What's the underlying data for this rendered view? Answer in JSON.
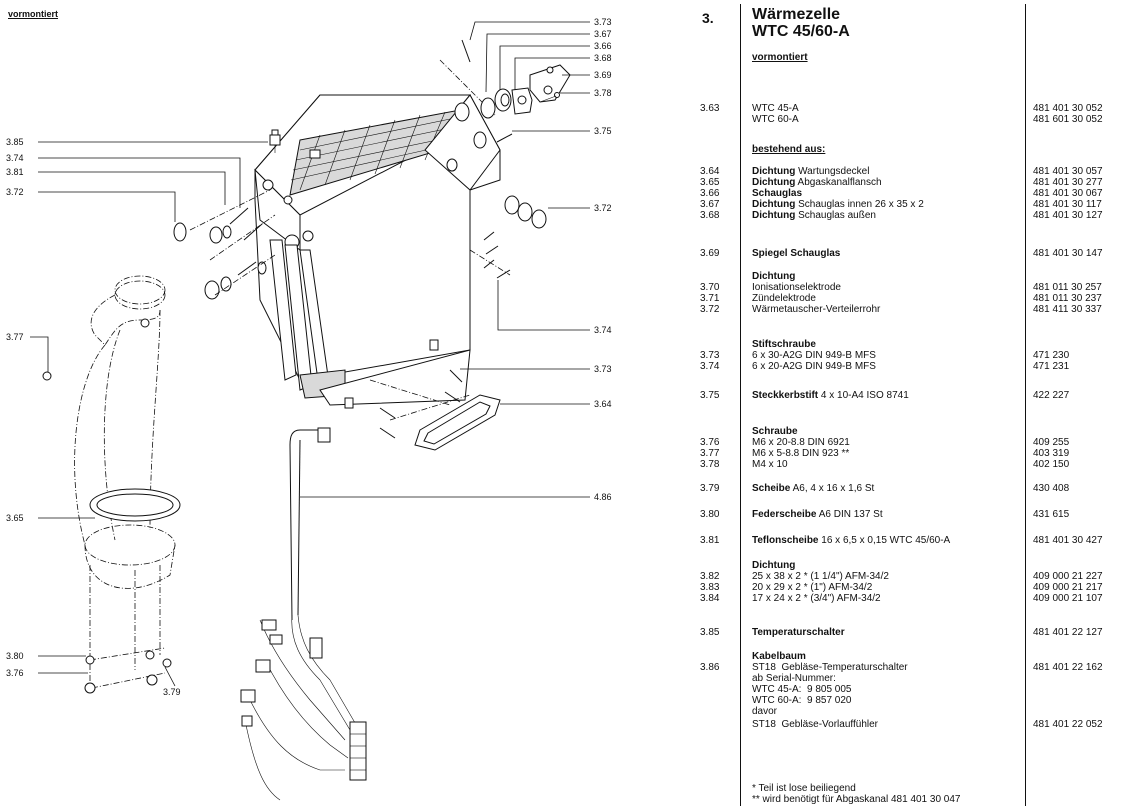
{
  "diagram": {
    "corner_label": "vormontiert",
    "callouts": {
      "c373a": "3.73",
      "c367": "3.67",
      "c366": "3.66",
      "c368": "3.68",
      "c369": "3.69",
      "c378": "3.78",
      "c385": "3.85",
      "c375": "3.75",
      "c374a": "3.74",
      "c381": "3.81",
      "c372a": "3.72",
      "c372b": "3.72",
      "c377": "3.77",
      "c374b": "3.74",
      "c373b": "3.73",
      "c364": "3.64",
      "c365": "3.65",
      "c486": "4.86",
      "c380": "3.80",
      "c376": "3.76",
      "c379": "3.79"
    }
  },
  "section": {
    "number": "3.",
    "title_line1": "Wärmezelle",
    "title_line2": "WTC 45/60-A",
    "subtitle": "vormontiert"
  },
  "rows": [
    {
      "num": "3.63",
      "desc": "WTC 45-A",
      "pn": "481 401 30 052"
    },
    {
      "num": "",
      "desc": "WTC 60-A",
      "pn": "481 601 30 052"
    },
    {
      "num": "",
      "desc": "",
      "desc_u": "bestehend aus:",
      "pn": ""
    },
    {
      "num": "3.64",
      "desc_b": "Dichtung",
      "desc": " Wartungsdeckel",
      "pn": "481 401 30 057"
    },
    {
      "num": "3.65",
      "desc_b": "Dichtung",
      "desc": " Abgaskanalflansch",
      "pn": "481 401 30 277"
    },
    {
      "num": "3.66",
      "desc_b": "Schauglas",
      "desc": "",
      "pn": "481 401 30 067"
    },
    {
      "num": "3.67",
      "desc_b": "Dichtung",
      "desc": " Schauglas innen 26 x 35 x 2",
      "pn": "481 401 30 117"
    },
    {
      "num": "3.68",
      "desc_b": "Dichtung",
      "desc": " Schauglas außen",
      "pn": "481 401 30 127"
    },
    {
      "num": "3.69",
      "desc_b": "Spiegel Schauglas",
      "desc": "",
      "pn": "481 401 30 147"
    },
    {
      "num": "",
      "desc_b": "Dichtung",
      "desc": "",
      "pn": ""
    },
    {
      "num": "3.70",
      "desc": "Ionisationselektrode",
      "pn": "481 011 30 257"
    },
    {
      "num": "3.71",
      "desc": "Zündelektrode",
      "pn": "481 011 30 237"
    },
    {
      "num": "3.72",
      "desc": "Wärmetauscher-Verteilerrohr",
      "pn": "481 411 30 337"
    },
    {
      "num": "",
      "desc_b": "Stiftschraube",
      "desc": "",
      "pn": ""
    },
    {
      "num": "3.73",
      "desc": "6 x 30-A2G DIN 949-B MFS",
      "pn": "471 230"
    },
    {
      "num": "3.74",
      "desc": "6 x 20-A2G DIN 949-B MFS",
      "pn": "471 231"
    },
    {
      "num": "3.75",
      "desc_b": "Steckkerbstift",
      "desc": " 4 x 10-A4 ISO 8741",
      "pn": "422 227"
    },
    {
      "num": "",
      "desc_b": "Schraube",
      "desc": "",
      "pn": ""
    },
    {
      "num": "3.76",
      "desc": "M6 x 20-8.8 DIN 6921",
      "pn": "409 255"
    },
    {
      "num": "3.77",
      "desc": "M6 x 5-8.8 DIN 923 **",
      "pn": "403 319"
    },
    {
      "num": "3.78",
      "desc": "M4 x 10",
      "pn": "402 150"
    },
    {
      "num": "3.79",
      "desc_b": "Scheibe",
      "desc": " A6, 4 x 16 x 1,6 St",
      "pn": "430 408"
    },
    {
      "num": "3.80",
      "desc_b": "Federscheibe",
      "desc": " A6 DIN 137 St",
      "pn": "431 615"
    },
    {
      "num": "3.81",
      "desc_b": "Teflonscheibe",
      "desc": " 16 x 6,5 x 0,15 WTC 45/60-A",
      "pn": "481 401 30 427"
    },
    {
      "num": "",
      "desc_b": "Dichtung",
      "desc": "",
      "pn": ""
    },
    {
      "num": "3.82",
      "desc": "25 x 38 x 2 * (1 1/4\") AFM-34/2",
      "pn": "409 000 21 227"
    },
    {
      "num": "3.83",
      "desc": "20 x 29 x 2 * (1\") AFM-34/2",
      "pn": "409 000 21 217"
    },
    {
      "num": "3.84",
      "desc": "17 x 24 x 2 * (3/4\") AFM-34/2",
      "pn": "409 000 21 107"
    },
    {
      "num": "3.85",
      "desc_b": "Temperaturschalter",
      "desc": "",
      "pn": "481 401 22 127"
    },
    {
      "num": "",
      "desc_b": "Kabelbaum",
      "desc": "",
      "pn": ""
    },
    {
      "num": "3.86",
      "desc": "ST18  Gebläse-Temperaturschalter",
      "pn": "481 401 22 162"
    },
    {
      "num": "",
      "desc": "ab Serial-Nummer:",
      "pn": ""
    },
    {
      "num": "",
      "desc": "WTC 45-A:  9 805 005",
      "pn": ""
    },
    {
      "num": "",
      "desc": "WTC 60-A:  9 857 020",
      "pn": ""
    },
    {
      "num": "",
      "desc": "davor",
      "pn": ""
    },
    {
      "num": "",
      "desc": "ST18  Gebläse-Vorlauffühler",
      "pn": "481 401 22 052"
    }
  ],
  "notes": [
    "*  Teil ist lose beiliegend",
    "** wird benötigt für Abgaskanal 481 401 30 047"
  ]
}
